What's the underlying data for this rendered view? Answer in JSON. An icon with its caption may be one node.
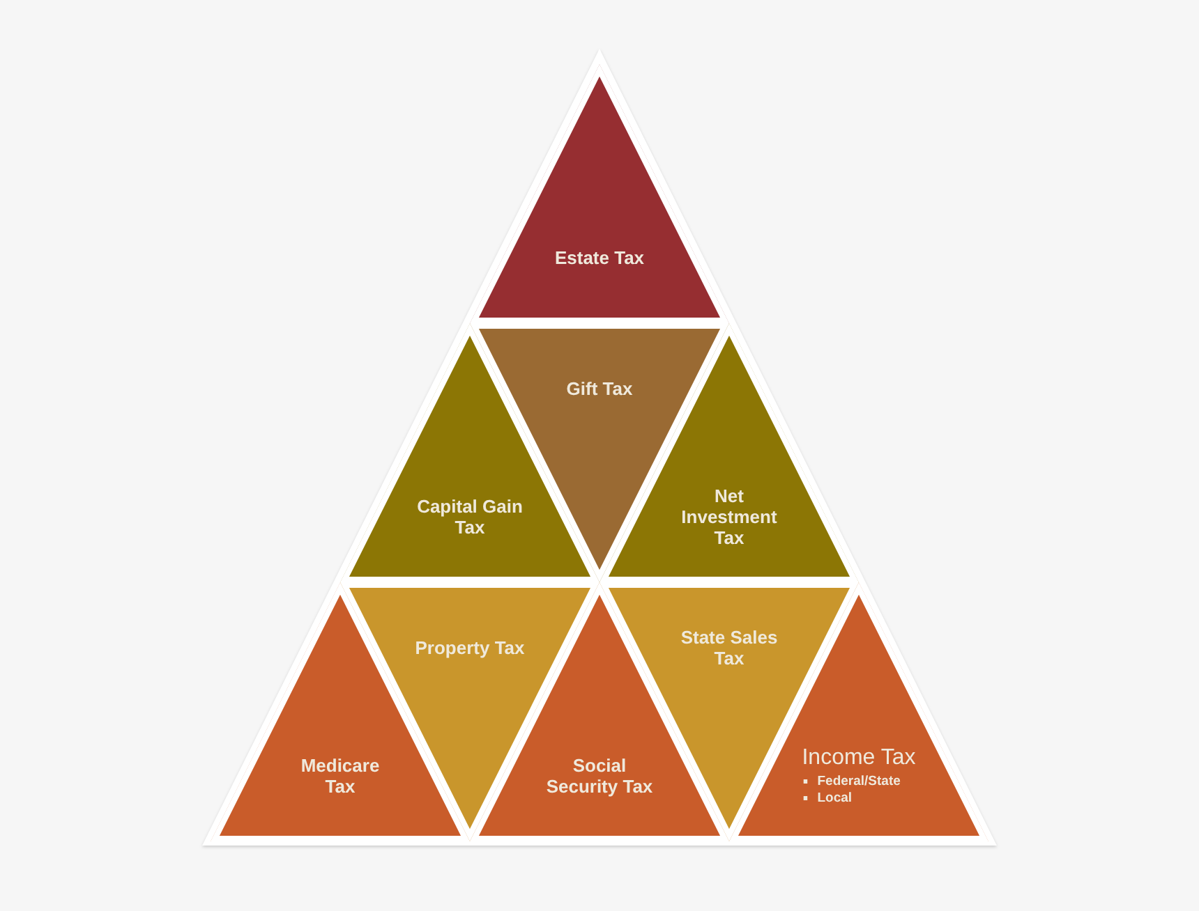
{
  "diagram": {
    "nodes": [
      {
        "text": [
          "Estate Tax"
        ]
      },
      {
        "text": [
          "Capital Gain Tax"
        ]
      },
      {
        "text": [
          "Gift Tax"
        ]
      },
      {
        "text": [
          "Net Investment Tax"
        ]
      },
      {
        "text": [
          "Medicare Tax"
        ]
      },
      {
        "text": [
          "Property Tax"
        ]
      },
      {
        "text": [
          "Social Security Tax"
        ]
      },
      {
        "text": [
          "State Sales Tax"
        ]
      },
      {
        "text": [
          "Income Tax",
          "Federal/State",
          "Local"
        ]
      }
    ]
  }
}
